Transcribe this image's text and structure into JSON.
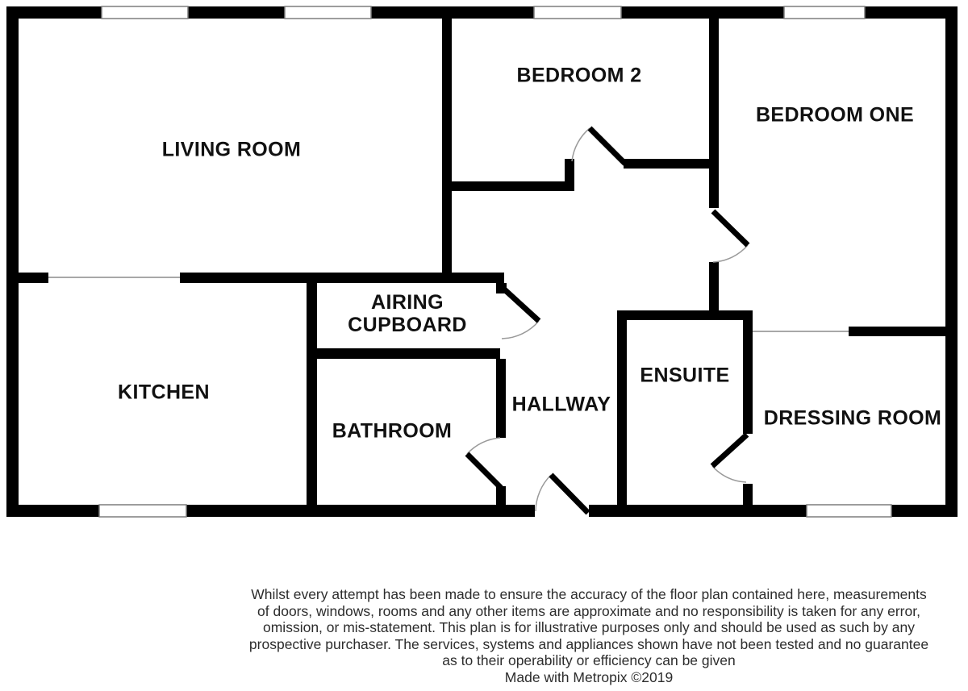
{
  "colors": {
    "background": "#ffffff",
    "wall": "#000000",
    "window_border": "#7d7d7d",
    "door_arc": "#9a9a9a",
    "room_label_text": "#111111",
    "disclaimer_text": "#2d2d2d"
  },
  "rooms": [
    {
      "id": "living-room",
      "label": "LIVING ROOM"
    },
    {
      "id": "bedroom-2",
      "label": "BEDROOM 2"
    },
    {
      "id": "bedroom-one",
      "label": "BEDROOM ONE"
    },
    {
      "id": "airing-cupboard",
      "lines": [
        "AIRING",
        "CUPBOARD"
      ]
    },
    {
      "id": "kitchen",
      "label": "KITCHEN"
    },
    {
      "id": "bathroom",
      "label": "BATHROOM"
    },
    {
      "id": "hallway",
      "label": "HALLWAY"
    },
    {
      "id": "ensuite",
      "label": "ENSUITE"
    },
    {
      "id": "dressing-room",
      "label": "DRESSING ROOM"
    }
  ],
  "disclaimer": {
    "lines": [
      "Whilst every attempt has been made to ensure the accuracy of the floor plan contained here, measurements",
      "of doors, windows, rooms and any other items are approximate and no responsibility is taken for any error,",
      "omission, or mis-statement. This plan is for illustrative purposes only and should be used as such by any",
      "prospective purchaser. The services, systems and appliances shown have not been tested and no guarantee",
      "as to their operability or efficiency can be given"
    ],
    "credit": "Made with Metropix ©2019"
  }
}
